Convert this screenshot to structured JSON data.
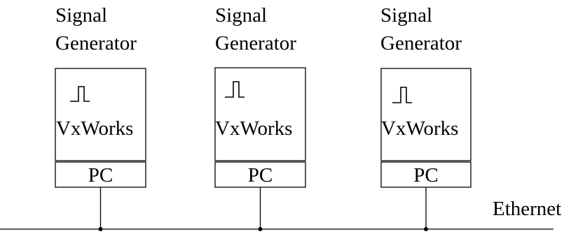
{
  "nodes": [
    {
      "title_line1": "Signal",
      "title_line2": "Generator",
      "os_label": "VxWorks",
      "pc_label": "PC",
      "pulse_icon": "square-pulse-icon"
    },
    {
      "title_line1": "Signal",
      "title_line2": "Generator",
      "os_label": "VxWorks",
      "pc_label": "PC",
      "pulse_icon": "square-pulse-icon"
    },
    {
      "title_line1": "Signal",
      "title_line2": "Generator",
      "os_label": "VxWorks",
      "pc_label": "PC",
      "pulse_icon": "square-pulse-icon"
    }
  ],
  "network": {
    "label": "Ethernet"
  },
  "colors": {
    "line": "#000000",
    "background": "#ffffff"
  }
}
